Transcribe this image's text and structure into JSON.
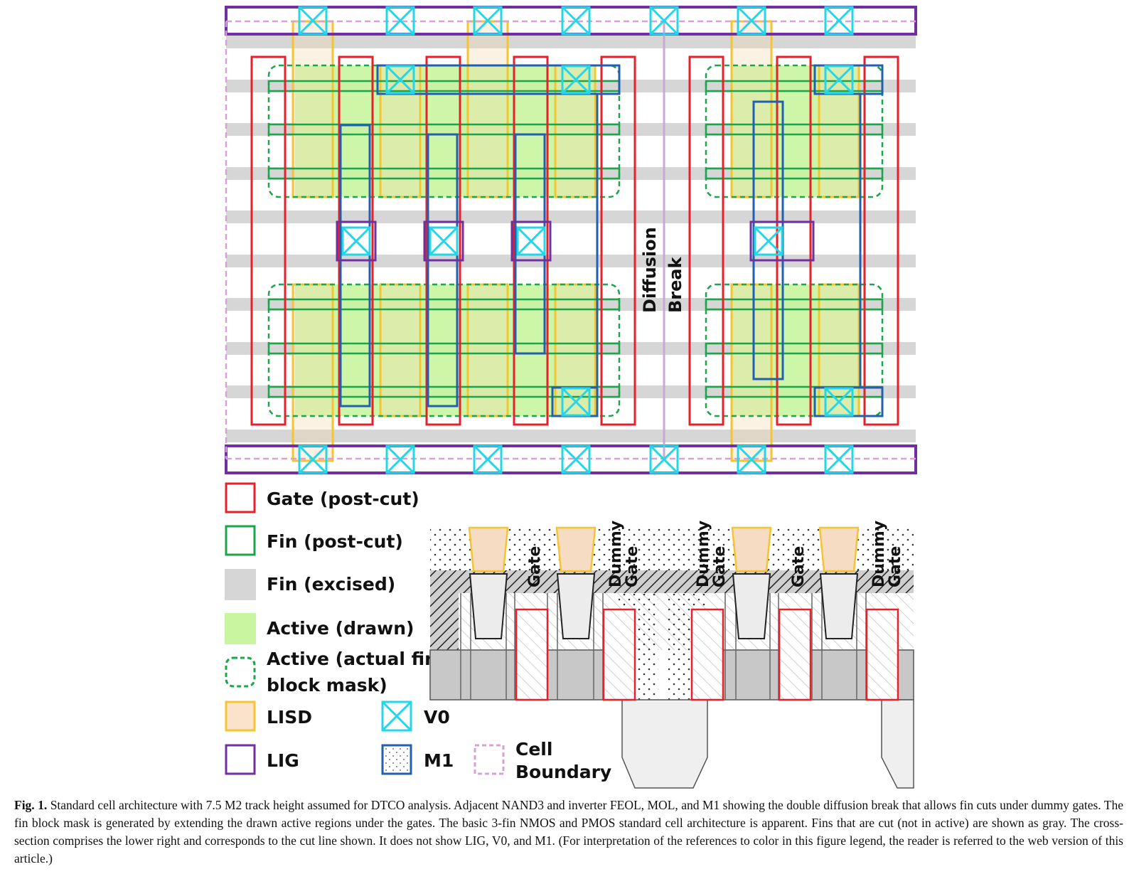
{
  "diagram": {
    "diffusion_label": [
      "Diffusion",
      "Break"
    ],
    "legend": {
      "gate": "Gate (post-cut)",
      "fin_post_cut": "Fin (post-cut)",
      "fin_excised": "Fin (excised)",
      "active_drawn": "Active (drawn)",
      "active_mask_line1": "Active (actual fin",
      "active_mask_line2": "block mask)",
      "lisd": "LISD",
      "lig": "LIG",
      "v0": "V0",
      "m1": "M1",
      "cell_boundary_line1": "Cell",
      "cell_boundary_line2": "Boundary"
    },
    "cross_section_labels": {
      "gate": "Gate",
      "dummy_line1": "Dummy",
      "dummy_line2": "Gate"
    },
    "colors": {
      "gate": "#e8202a",
      "fin": "#1aa64a",
      "fin_excised": "#d6d6d6",
      "active": "#c9f5a0",
      "lisd": "#f5c431",
      "lig": "#7030a0",
      "v0": "#23d7e8",
      "m1": "#2160b0",
      "cell_boundary": "#d7a0d6"
    }
  },
  "caption": {
    "label": "Fig. 1.",
    "text": "Standard cell architecture with 7.5 M2 track height assumed for DTCO analysis. Adjacent NAND3 and inverter FEOL, MOL, and M1 showing the double diffusion break that allows fin cuts under dummy gates. The fin block mask is generated by extending the drawn active regions under the gates. The basic 3-fin NMOS and PMOS standard cell architecture is apparent. Fins that are cut (not in active) are shown as gray. The cross-section comprises the lower right and corresponds to the cut line shown. It does not show LIG, V0, and M1. (For interpretation of the references to color in this figure legend, the reader is referred to the web version of this article.)"
  }
}
